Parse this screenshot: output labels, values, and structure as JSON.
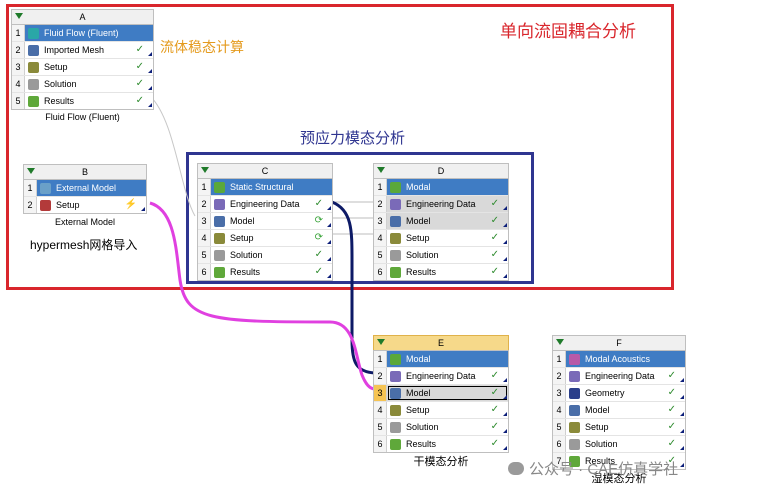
{
  "annotations": {
    "one_way_fsi": "单向流固耦合分析",
    "steady_flow": "流体稳态计算",
    "prestress_modal": "预应力模态分析",
    "hypermesh_import": "hypermesh网格导入",
    "watermark": "公众号 · CAE仿真学社"
  },
  "colors": {
    "red_frame": "#d9262c",
    "blue_frame": "#2f3590",
    "title_row": "#3f7cc4",
    "link_magenta": "#e040e0",
    "link_navy": "#0d1a66"
  },
  "systems": [
    {
      "id": "A",
      "caption": "Fluid Flow (Fluent)",
      "rows": [
        {
          "n": "1",
          "label": "Fluid Flow (Fluent)",
          "icon": "fluent-icon",
          "title": true,
          "status": ""
        },
        {
          "n": "2",
          "label": "Imported Mesh",
          "icon": "mesh-icon",
          "status": "✓"
        },
        {
          "n": "3",
          "label": "Setup",
          "icon": "setup-icon",
          "status": "✓"
        },
        {
          "n": "4",
          "label": "Solution",
          "icon": "solution-icon",
          "status": "✓"
        },
        {
          "n": "5",
          "label": "Results",
          "icon": "results-icon",
          "status": "✓"
        }
      ]
    },
    {
      "id": "B",
      "caption": "External Model",
      "rows": [
        {
          "n": "1",
          "label": "External Model",
          "icon": "external-model-icon",
          "title": true,
          "status": ""
        },
        {
          "n": "2",
          "label": "Setup",
          "icon": "external-setup-icon",
          "status": "⚡"
        }
      ]
    },
    {
      "id": "C",
      "caption": "",
      "rows": [
        {
          "n": "1",
          "label": "Static Structural",
          "icon": "static-structural-icon",
          "title": true,
          "status": ""
        },
        {
          "n": "2",
          "label": "Engineering Data",
          "icon": "engineering-data-icon",
          "status": "✓"
        },
        {
          "n": "3",
          "label": "Model",
          "icon": "model-icon",
          "status": "⟳"
        },
        {
          "n": "4",
          "label": "Setup",
          "icon": "setup-icon",
          "status": "⟳"
        },
        {
          "n": "5",
          "label": "Solution",
          "icon": "solution-icon",
          "status": "✓"
        },
        {
          "n": "6",
          "label": "Results",
          "icon": "results-icon",
          "status": "✓"
        }
      ]
    },
    {
      "id": "D",
      "caption": "",
      "rows": [
        {
          "n": "1",
          "label": "Modal",
          "icon": "modal-icon",
          "title": true,
          "status": ""
        },
        {
          "n": "2",
          "label": "Engineering Data",
          "icon": "engineering-data-icon",
          "status": "✓",
          "shaded": true
        },
        {
          "n": "3",
          "label": "Model",
          "icon": "model-icon",
          "status": "✓",
          "shaded": true
        },
        {
          "n": "4",
          "label": "Setup",
          "icon": "setup-icon",
          "status": "✓"
        },
        {
          "n": "5",
          "label": "Solution",
          "icon": "solution-icon",
          "status": "✓"
        },
        {
          "n": "6",
          "label": "Results",
          "icon": "results-icon",
          "status": "✓"
        }
      ]
    },
    {
      "id": "E",
      "caption": "干模态分析",
      "selected": true,
      "rows": [
        {
          "n": "1",
          "label": "Modal",
          "icon": "modal-icon",
          "title": true,
          "status": ""
        },
        {
          "n": "2",
          "label": "Engineering Data",
          "icon": "engineering-data-icon",
          "status": "✓"
        },
        {
          "n": "3",
          "label": "Model",
          "icon": "model-icon",
          "status": "✓",
          "shaded": true,
          "framed": true,
          "numhl": true
        },
        {
          "n": "4",
          "label": "Setup",
          "icon": "setup-icon",
          "status": "✓"
        },
        {
          "n": "5",
          "label": "Solution",
          "icon": "solution-icon",
          "status": "✓"
        },
        {
          "n": "6",
          "label": "Results",
          "icon": "results-icon",
          "status": "✓"
        }
      ]
    },
    {
      "id": "F",
      "caption": "湿模态分析",
      "rows": [
        {
          "n": "1",
          "label": "Modal Acoustics",
          "icon": "modal-acoustics-icon",
          "title": true,
          "status": ""
        },
        {
          "n": "2",
          "label": "Engineering Data",
          "icon": "engineering-data-icon",
          "status": "✓"
        },
        {
          "n": "3",
          "label": "Geometry",
          "icon": "geometry-icon",
          "status": "✓"
        },
        {
          "n": "4",
          "label": "Model",
          "icon": "model-icon",
          "status": "✓"
        },
        {
          "n": "5",
          "label": "Setup",
          "icon": "setup-icon",
          "status": "✓"
        },
        {
          "n": "6",
          "label": "Solution",
          "icon": "solution-icon",
          "status": "✓"
        },
        {
          "n": "7",
          "label": "Results",
          "icon": "results-icon",
          "status": "✓"
        }
      ]
    }
  ]
}
